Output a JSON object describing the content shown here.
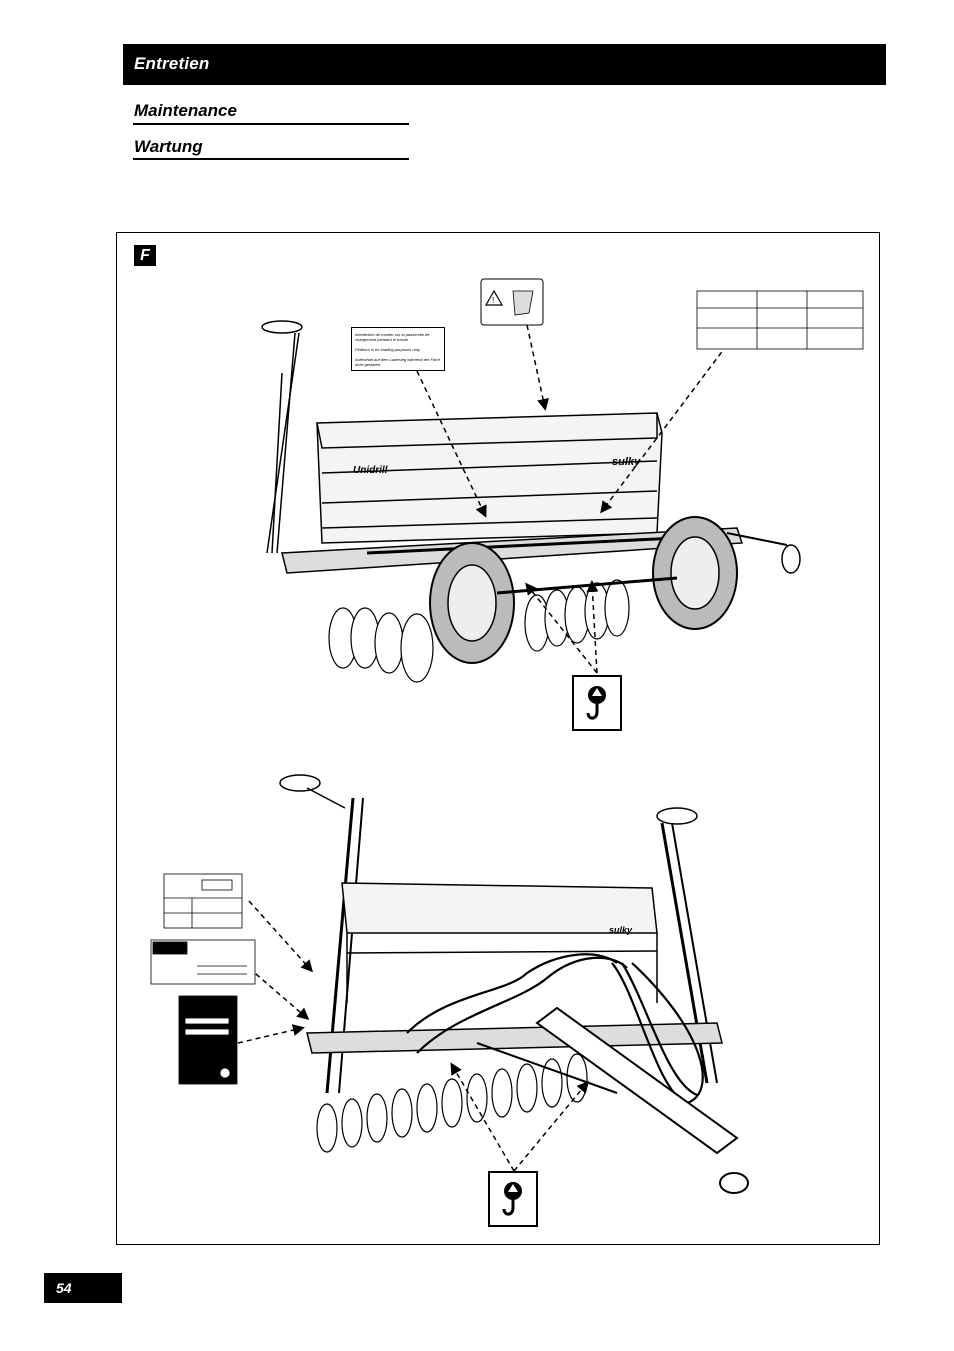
{
  "header": {
    "title": "Entretien"
  },
  "subtitles": [
    "Maintenance",
    "Wartung"
  ],
  "figure": {
    "label": "F",
    "machine_brand": "Unidrill",
    "machine_logo": "sulky",
    "placard_lines": [
      "Interdiction de monter sur la passerelle de chargement pendant le travail.",
      "Platform is for loading purposes only.",
      "Aufenthalt auf dem Ladesteg während der Fahrt nicht gestattet."
    ],
    "lift_icon": "lifting-hook-icon",
    "warning_icon": "warning-triangle-icon"
  },
  "page_number": "54"
}
